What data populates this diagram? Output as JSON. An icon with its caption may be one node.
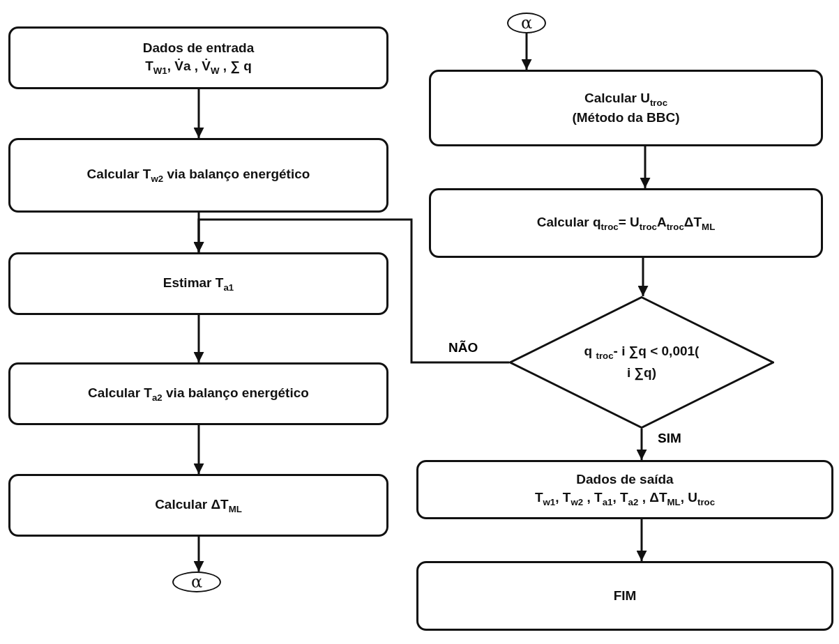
{
  "diagram": {
    "nodes": [
      {
        "text": [
          "Dados de entrada",
          "T$_{W1}$, V̇a , V̇$_{W}$ , ∑ q"
        ]
      },
      {
        "text": [
          "Calcular T$_{w2}$ via balanço energético"
        ]
      },
      {
        "text": [
          "Estimar T$_{a1}$"
        ]
      },
      {
        "text": [
          "Calcular T$_{a2}$ via balanço energético"
        ]
      },
      {
        "text": [
          "Calcular ΔT$_{ML}$"
        ]
      },
      {
        "text": [
          "α"
        ]
      },
      {
        "text": [
          "α"
        ]
      },
      {
        "text": [
          "Calcular U$_{troc}$",
          "(Método da BBC)"
        ]
      },
      {
        "text": [
          "Calcular q$_{troc}$= U$_{troc}$A$_{troc}$ΔT$_{ML}$"
        ]
      },
      {
        "text": [
          "q $_{troc}$- i ∑q < 0,001( i ∑q)"
        ]
      },
      {
        "text": [
          "Dados de saída",
          "T$_{w1}$, T$_{w2}$ , T$_{a1}$, T$_{a2}$ , ΔT$_{ML}$, U$_{troc}$"
        ]
      },
      {
        "text": [
          "FIM"
        ]
      }
    ],
    "edges": [
      {
        "from": 0,
        "to": 1,
        "arrow": "to"
      },
      {
        "from": 1,
        "to": 2,
        "arrow": "to"
      },
      {
        "from": 2,
        "to": 3,
        "arrow": "to"
      },
      {
        "from": 3,
        "to": 4,
        "arrow": "to"
      },
      {
        "from": 4,
        "to": 5,
        "arrow": "to"
      },
      {
        "from": 6,
        "to": 7,
        "arrow": "to"
      },
      {
        "from": 7,
        "to": 8,
        "arrow": "to"
      },
      {
        "from": 8,
        "to": 9,
        "arrow": "to"
      },
      {
        "from": 9,
        "to": 2,
        "arrow": "to",
        "label": "NÃO"
      },
      {
        "from": 9,
        "to": 10,
        "arrow": "to",
        "label": "SIM"
      },
      {
        "from": 10,
        "to": 11,
        "arrow": "to"
      }
    ]
  }
}
